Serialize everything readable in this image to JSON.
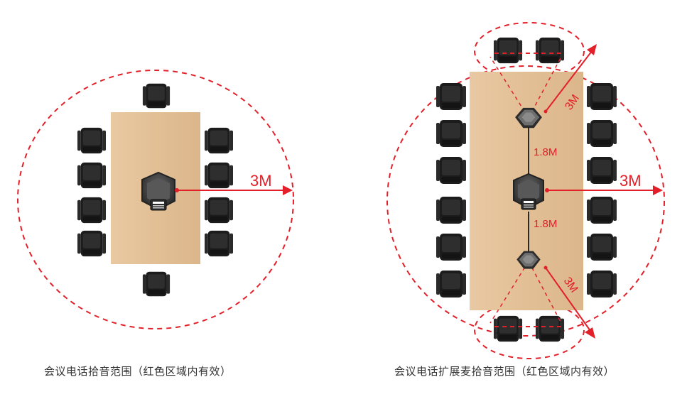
{
  "colors": {
    "range_red": "#e3202a",
    "table_wood": "#e5c39a",
    "chair_black": "#1e1e1e",
    "cable": "#2a2a2a"
  },
  "icons": [
    "office-chair-icon",
    "conference-phone-icon",
    "expansion-mic-icon",
    "arrow-icon"
  ],
  "left_diagram": {
    "range_label": "3M",
    "caption": "会议电话拾音范围（红色区域内有效）"
  },
  "right_diagram": {
    "range_label": "3M",
    "top_mic_range_label": "3M",
    "bottom_mic_range_label": "3M",
    "cable_top_label": "1.8M",
    "cable_bottom_label": "1.8M",
    "caption": "会议电话扩展麦拾音范围（红色区域内有效）"
  }
}
